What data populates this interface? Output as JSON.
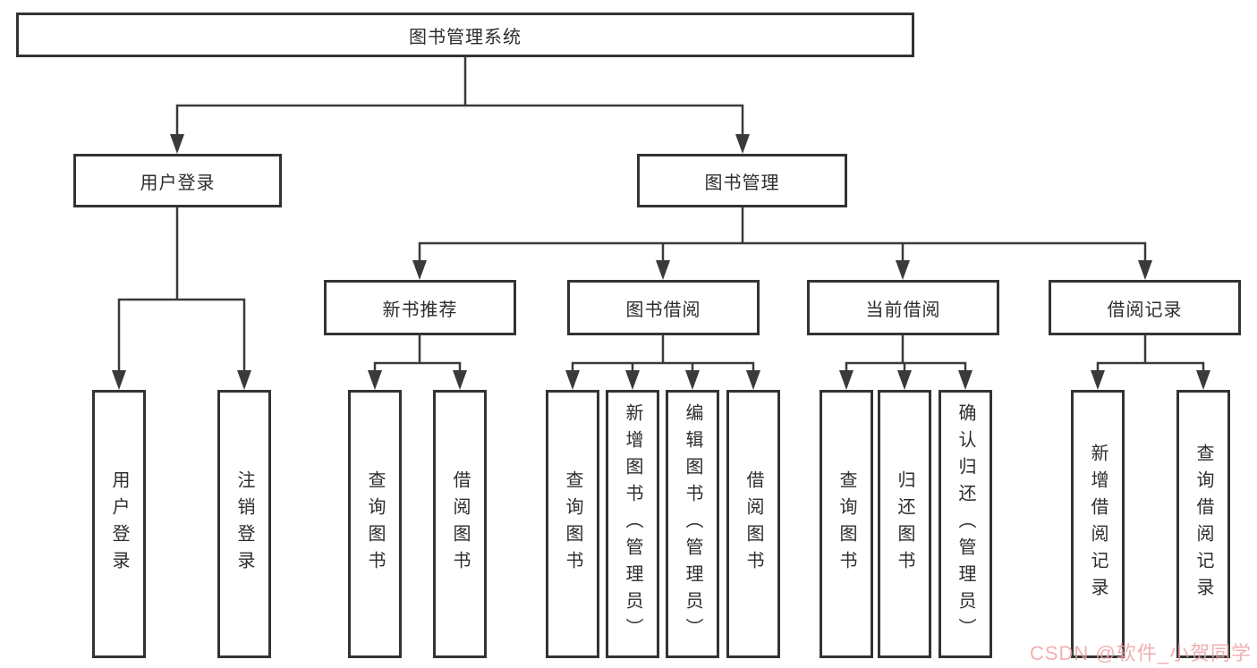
{
  "tree": {
    "root": {
      "label": "图书管理系统"
    },
    "children": [
      {
        "label": "用户登录",
        "children": [
          {
            "label": "用户登录"
          },
          {
            "label": "注销登录"
          }
        ]
      },
      {
        "label": "图书管理",
        "children": [
          {
            "label": "新书推荐",
            "children": [
              {
                "label": "查询图书"
              },
              {
                "label": "借阅图书"
              }
            ]
          },
          {
            "label": "图书借阅",
            "children": [
              {
                "label": "查询图书"
              },
              {
                "label": "新增图书（管理员）"
              },
              {
                "label": "编辑图书（管理员）"
              },
              {
                "label": "借阅图书"
              }
            ]
          },
          {
            "label": "当前借阅",
            "children": [
              {
                "label": "查询图书"
              },
              {
                "label": "归还图书"
              },
              {
                "label": "确认归还（管理员）"
              }
            ]
          },
          {
            "label": "借阅记录",
            "children": [
              {
                "label": "新增借阅记录"
              },
              {
                "label": "查询借阅记录"
              }
            ]
          }
        ]
      }
    ]
  },
  "watermark": {
    "text": "CSDN @软件_小贺同学",
    "color": "#efa2a6"
  },
  "colors": {
    "line": "#3a3a3a",
    "box_border": "#333333",
    "text": "#2d2d2d",
    "background": "#ffffff"
  }
}
